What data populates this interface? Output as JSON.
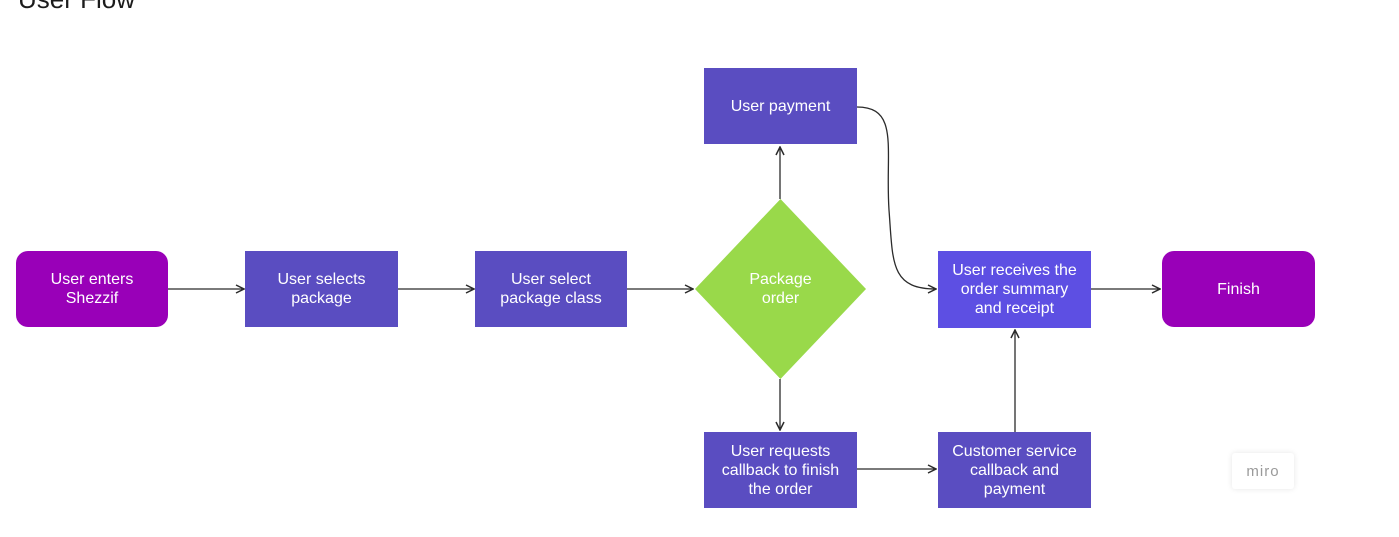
{
  "title": "User Flow",
  "nodes": {
    "start": "User enters\nShezzif",
    "select_package": "User selects\npackage",
    "select_class": "User select\npackage class",
    "decision": "Package\norder",
    "payment": "User payment",
    "receipt": "User receives the\norder summary\nand receipt",
    "finish": "Finish",
    "callback_request": "User requests\ncallback to finish\nthe order",
    "customer_service": "Customer service\ncallback and\npayment"
  },
  "watermark": "miro",
  "colors": {
    "terminal": "#9900b8",
    "process": "#5a4dc1",
    "process_highlight": "#5d4fe3",
    "decision": "#99d94a",
    "connector": "#2b2b2b"
  }
}
